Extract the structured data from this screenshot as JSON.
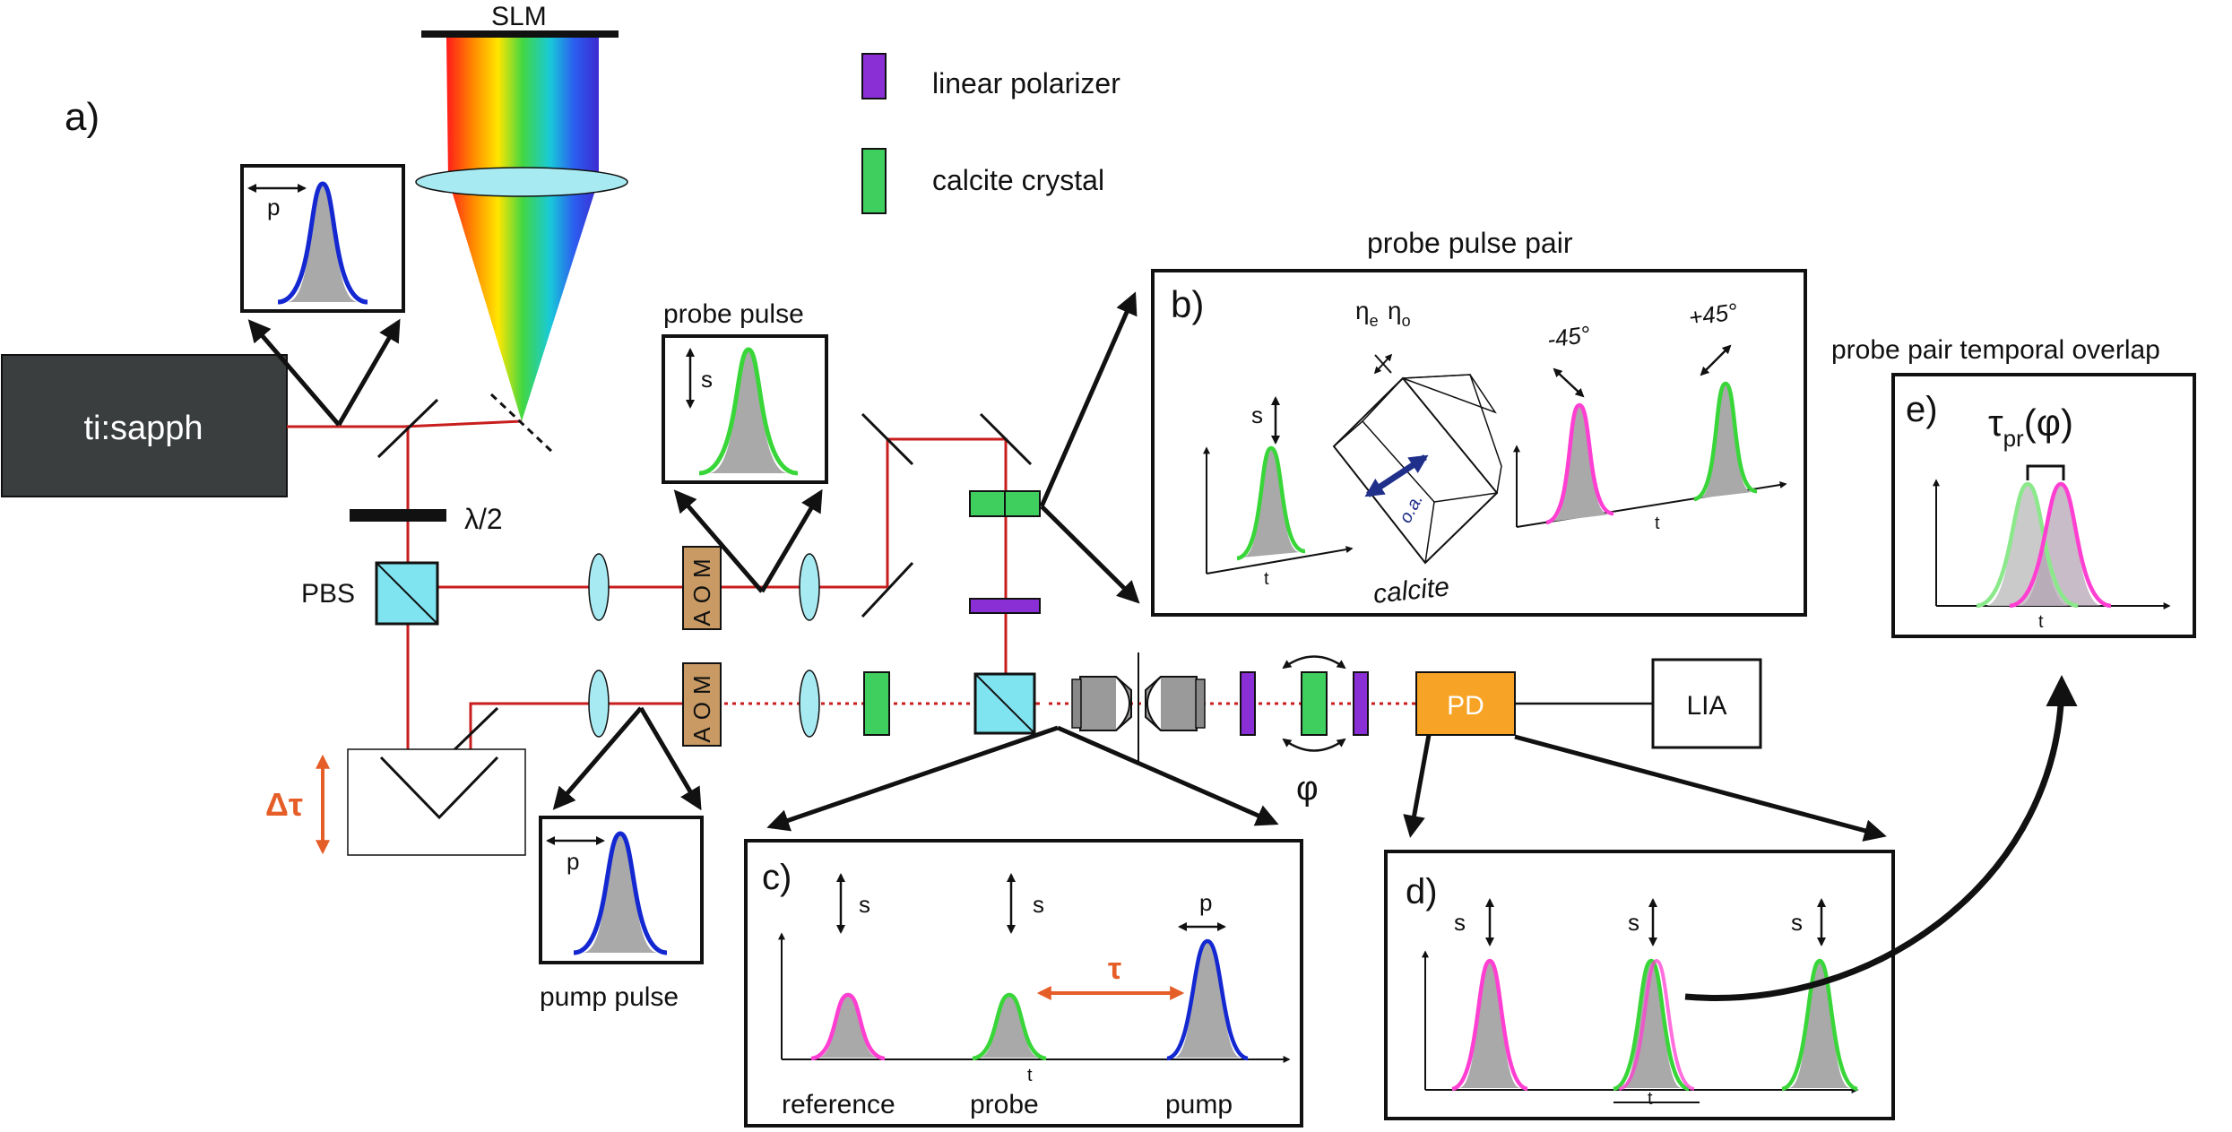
{
  "labels": {
    "panel_a": "a)",
    "panel_b": "b)",
    "panel_c": "c)",
    "panel_d": "d)",
    "panel_e": "e)",
    "slm": "SLM",
    "laser": "ti:sapph",
    "halfwave": "λ/2",
    "pbs": "PBS",
    "aom": "AOM",
    "delay": "Δτ",
    "pd": "PD",
    "lia": "LIA",
    "phi": "φ",
    "probe_pulse": "probe pulse",
    "pump_pulse": "pump pulse",
    "probe_pulse_pair": "probe pulse pair",
    "probe_pair_overlap": "probe pair temporal overlap",
    "tau_pr": "τ",
    "tau_pr_sub": "pr",
    "tau_pr_arg": "(φ)",
    "tau": "τ",
    "s": "s",
    "p": "p",
    "t": "t",
    "eta_e": "η",
    "eta_e_sub": "e",
    "eta_o": "η",
    "eta_o_sub": "o",
    "oa": "o.a.",
    "calcite": "calcite",
    "minus45": "-45°",
    "plus45": "+45°",
    "reference": "reference",
    "probe": "probe",
    "pump": "pump"
  },
  "legend": [
    {
      "label": "linear polarizer",
      "color": "#8a2fd6"
    },
    {
      "label": "calcite crystal",
      "color": "#3fcf5f"
    }
  ],
  "colors": {
    "beam": "#c81e1e",
    "probe_green": "#39d639",
    "reference_magenta": "#ff3fd2",
    "pump_blue": "#1428d2",
    "aom_tan": "#c99a64",
    "pd_orange": "#f7a325",
    "laser_box": "#3a3e3e",
    "pbs_cyan": "#7fe3f0",
    "delay_orange": "#e55d27",
    "oa_navy": "#1f2f8a"
  }
}
